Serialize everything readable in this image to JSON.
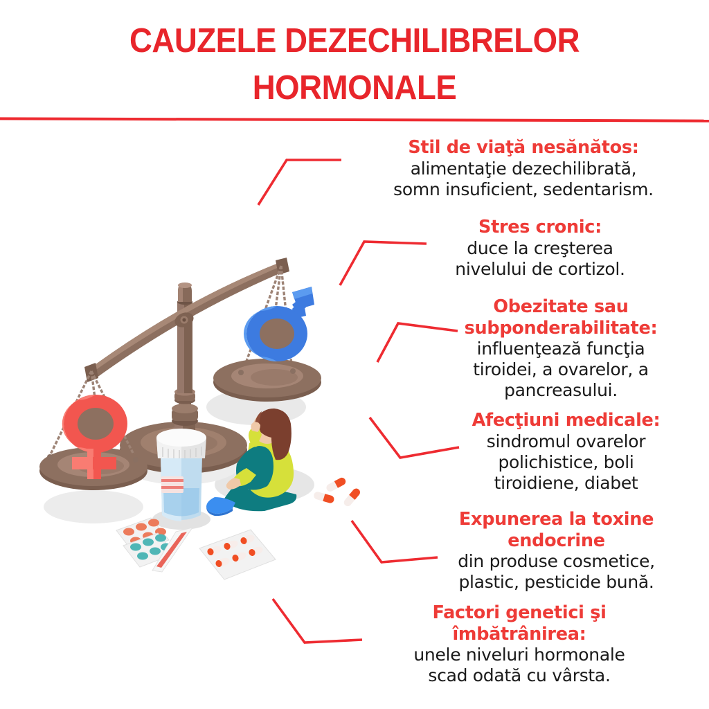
{
  "page": {
    "language": "ro",
    "background_color": "#ffffff",
    "accent_red": "#E8252B",
    "heading_red": "#EE3B37",
    "body_text_color": "#1a1a1a"
  },
  "title": {
    "line1": "CAUZELE DEZECHILIBRELOR",
    "line2": "HORMONALE"
  },
  "callouts": [
    {
      "id": "lifestyle",
      "heading": "Stil de viaţă nesănătos:",
      "body_lines": [
        "alimentaţie dezechilibrată,",
        "somn insuficient, sedentarism."
      ]
    },
    {
      "id": "stress",
      "heading": "Stres cronic:",
      "body_lines": [
        "duce la creşterea",
        "nivelului de cortizol."
      ]
    },
    {
      "id": "weight",
      "heading_lines": [
        "Obezitate sau",
        "subponderabilitate:"
      ],
      "body_lines": [
        "influenţează funcţia",
        "tiroidei, a ovarelor, a",
        "pancreasului."
      ]
    },
    {
      "id": "medical",
      "heading": "Afecţiuni medicale:",
      "body_lines": [
        "sindromul ovarelor",
        "polichistice, boli",
        "tiroidiene, diabet"
      ]
    },
    {
      "id": "toxins",
      "heading_lines": [
        "Expunerea la toxine",
        "endocrine"
      ],
      "body_lines": [
        "din produse cosmetice,",
        "plastic, pesticide bună."
      ]
    },
    {
      "id": "genetics",
      "heading_lines": [
        "Factori genetici şi",
        "îmbătrânirea:"
      ],
      "body_lines": [
        "unele niveluri hormonale",
        "scad odată cu vârsta."
      ]
    }
  ],
  "illustration": {
    "name": "isometric-balance-scale-with-hormone-symbols",
    "elements": [
      "balance-scale",
      "female-symbol-left-pan",
      "male-symbol-right-pan",
      "pill-bottle",
      "blister-pack-tablets",
      "blister-pack-capsules",
      "thermometer",
      "loose-capsules",
      "seated-woman"
    ],
    "colors": {
      "wood_dark": "#7A5E4F",
      "wood_mid": "#8D7060",
      "wood_light": "#A98A78",
      "chain": "#9D8375",
      "female_symbol": "#F2564F",
      "male_symbol": "#3D7BE0",
      "male_symbol_light": "#5B9BF0",
      "shadow": "#E6E6E6",
      "woman_top": "#D6E03A",
      "woman_pants": "#0E7C80",
      "woman_hair": "#7B3F2E",
      "woman_skin": "#F0C9A8",
      "woman_shoe": "#3B8EF0",
      "bottle_cap": "#E8E8E8",
      "bottle_body": "#BFDCEF",
      "tablet_orange": "#EC7B5B",
      "tablet_teal": "#4FB6B6",
      "capsule_red": "#F04E23"
    }
  }
}
